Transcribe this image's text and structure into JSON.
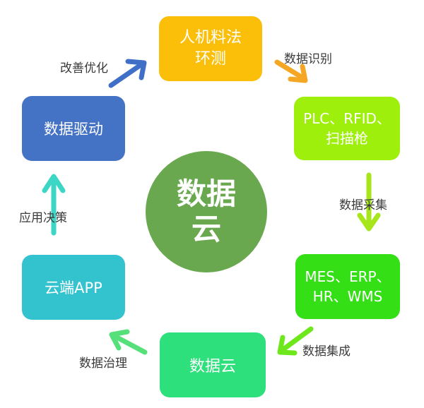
{
  "center": {
    "label": "数据\n云",
    "color": "#6aa84f"
  },
  "nodes": [
    {
      "id": "top",
      "label": "人机料法\n环测",
      "color": "#fbbf09"
    },
    {
      "id": "right-upper",
      "label": "PLC、RFID、\n扫描枪",
      "color": "#9ef00c"
    },
    {
      "id": "right-lower",
      "label": "MES、ERP、\nHR、WMS",
      "color": "#34df16"
    },
    {
      "id": "bottom",
      "label": "数据云",
      "color": "#2de07b"
    },
    {
      "id": "left-lower",
      "label": "云端APP",
      "color": "#33c3cf"
    },
    {
      "id": "left-upper",
      "label": "数据驱动",
      "color": "#4472c4"
    }
  ],
  "edges": [
    {
      "label": "数据识别",
      "color": "#f5a623"
    },
    {
      "label": "数据采集",
      "color": "#a6e61a"
    },
    {
      "label": "数据集成",
      "color": "#6ee81c"
    },
    {
      "label": "数据治理",
      "color": "#55e07a"
    },
    {
      "label": "应用决策",
      "color": "#3cd6c6"
    },
    {
      "label": "改善优化",
      "color": "#3f6fc6"
    }
  ]
}
